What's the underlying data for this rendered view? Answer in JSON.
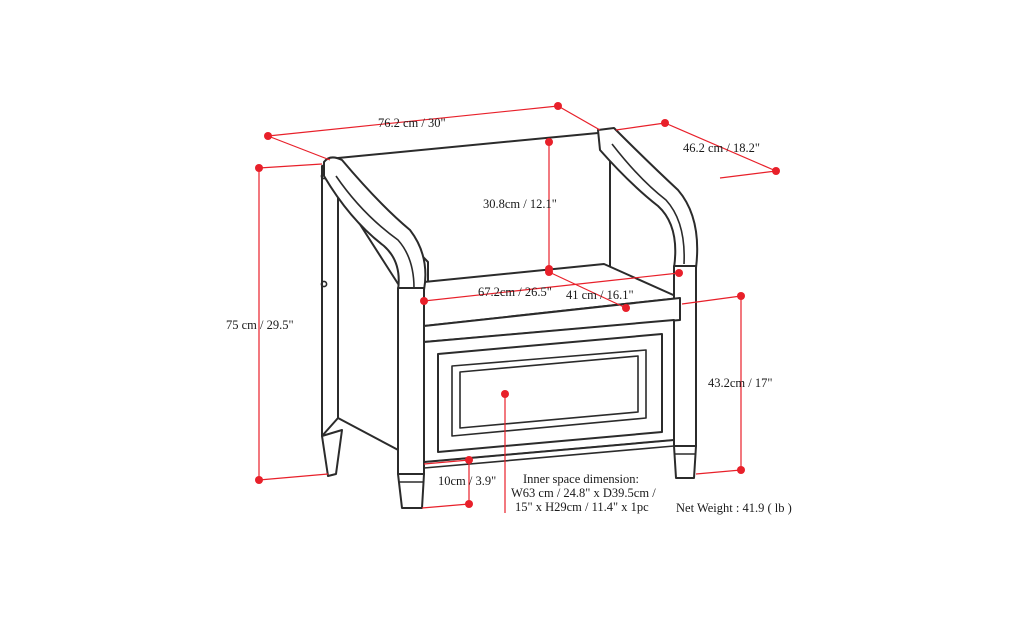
{
  "colors": {
    "dimension": "#e8202a",
    "outline": "#2b2b2b",
    "text": "#1a1a1a",
    "background": "#ffffff"
  },
  "dimensions": {
    "overall_width": "76.2 cm / 30\"",
    "overall_depth": "46.2 cm / 18.2\"",
    "back_height": "30.8cm / 12.1\"",
    "overall_height": "75 cm / 29.5\"",
    "seat_width": "67.2cm / 26.5\"",
    "seat_depth": "41 cm / 16.1\"",
    "seat_height": "43.2cm / 17\"",
    "leg_height": "10cm / 3.9\""
  },
  "inner_space": {
    "line1": "Inner space dimension:",
    "line2": "W63 cm / 24.8\" x D39.5cm /",
    "line3": "15\" x H29cm / 11.4\" x 1pc"
  },
  "net_weight": "Net Weight : 41.9 ( lb )"
}
